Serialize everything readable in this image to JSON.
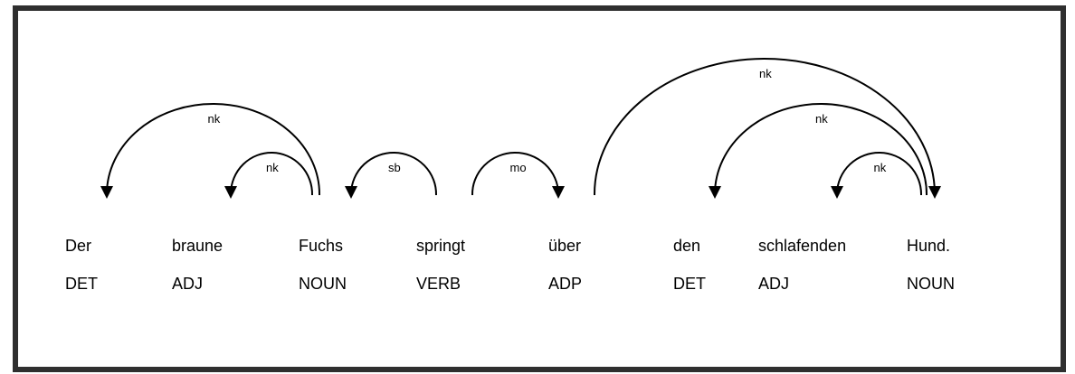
{
  "tokens": [
    {
      "text": "Der",
      "tag": "DET"
    },
    {
      "text": "braune",
      "tag": "ADJ"
    },
    {
      "text": "Fuchs",
      "tag": "NOUN"
    },
    {
      "text": "springt",
      "tag": "VERB"
    },
    {
      "text": "über",
      "tag": "ADP"
    },
    {
      "text": "den",
      "tag": "DET"
    },
    {
      "text": "schlafenden",
      "tag": "ADJ"
    },
    {
      "text": "Hund.",
      "tag": "NOUN"
    }
  ],
  "arcs": [
    {
      "label": "nk",
      "head": 2,
      "dependent": 0,
      "level": 2
    },
    {
      "label": "nk",
      "head": 2,
      "dependent": 1,
      "level": 1
    },
    {
      "label": "sb",
      "head": 3,
      "dependent": 2,
      "level": 1
    },
    {
      "label": "mo",
      "head": 3,
      "dependent": 4,
      "level": 1
    },
    {
      "label": "nk",
      "head": 4,
      "dependent": 7,
      "level": 3
    },
    {
      "label": "nk",
      "head": 7,
      "dependent": 5,
      "level": 2
    },
    {
      "label": "nk",
      "head": 7,
      "dependent": 6,
      "level": 1
    }
  ],
  "colors": {
    "frame": "#2f2f2f",
    "ink": "#000000",
    "background": "#ffffff"
  }
}
